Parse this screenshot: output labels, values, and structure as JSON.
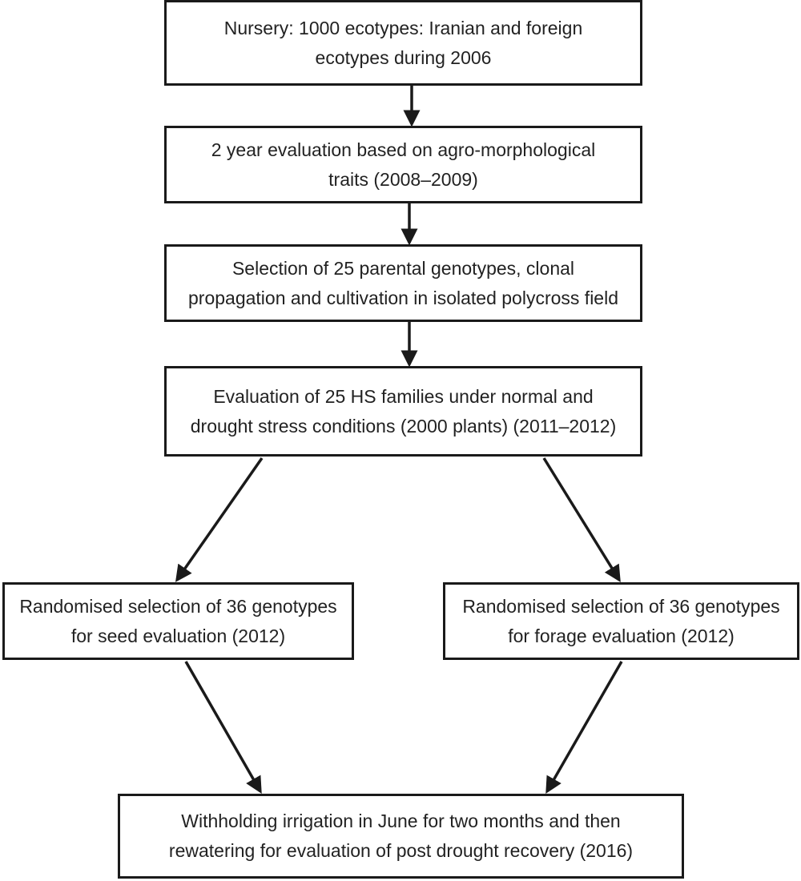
{
  "diagram": {
    "nodes": {
      "nursery": {
        "line1": "Nursery: 1000 ecotypes: Iranian and foreign",
        "line2": "ecotypes during 2006"
      },
      "evaluation": {
        "line1": "2 year evaluation based on agro-morphological",
        "line2": "traits (2008–2009)"
      },
      "selection": {
        "line1": "Selection of 25 parental genotypes, clonal",
        "line2": "propagation and cultivation in isolated polycross field"
      },
      "hs_families": {
        "line1": "Evaluation of 25 HS families under normal and",
        "line2": "drought stress conditions (2000 plants) (2011–2012)"
      },
      "seed_selection": {
        "line1": "Randomised selection of 36 genotypes",
        "line2": "for seed evaluation (2012)"
      },
      "forage_selection": {
        "line1": "Randomised selection of 36 genotypes",
        "line2": "for forage evaluation (2012)"
      },
      "drought_recovery": {
        "line1": "Withholding irrigation in June for two months and then",
        "line2": "rewatering for evaluation of post drought recovery (2016)"
      }
    },
    "edges": [
      {
        "from": "nursery",
        "to": "evaluation"
      },
      {
        "from": "evaluation",
        "to": "selection"
      },
      {
        "from": "selection",
        "to": "hs_families"
      },
      {
        "from": "hs_families",
        "to": "seed_selection"
      },
      {
        "from": "hs_families",
        "to": "forage_selection"
      },
      {
        "from": "seed_selection",
        "to": "drought_recovery"
      },
      {
        "from": "forage_selection",
        "to": "drought_recovery"
      }
    ],
    "colors": {
      "stroke": "#1a1a1a",
      "text": "#222222",
      "background": "#ffffff"
    }
  }
}
